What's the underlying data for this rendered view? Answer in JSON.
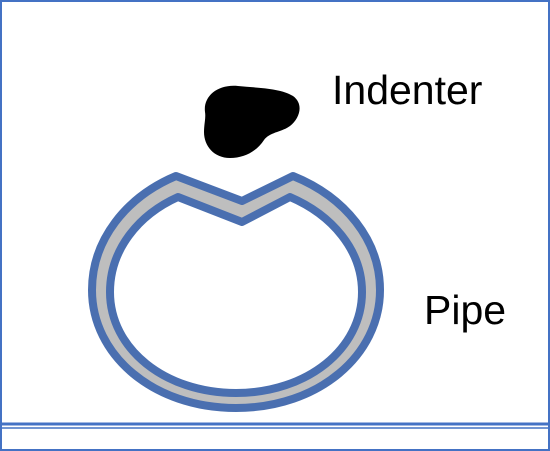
{
  "labels": {
    "indenter": "Indenter",
    "pipe": "Pipe"
  },
  "colors": {
    "frame_border": "#4472C4",
    "pipe_outline": "#4A6FB0",
    "pipe_wall": "#BEBEBE",
    "indenter_fill": "#000000",
    "ground_line": "#4472C4",
    "background": "#FFFFFF"
  },
  "icons": {
    "indenter": "indenter-blob-shape",
    "pipe": "dented-pipe-ring-shape"
  }
}
